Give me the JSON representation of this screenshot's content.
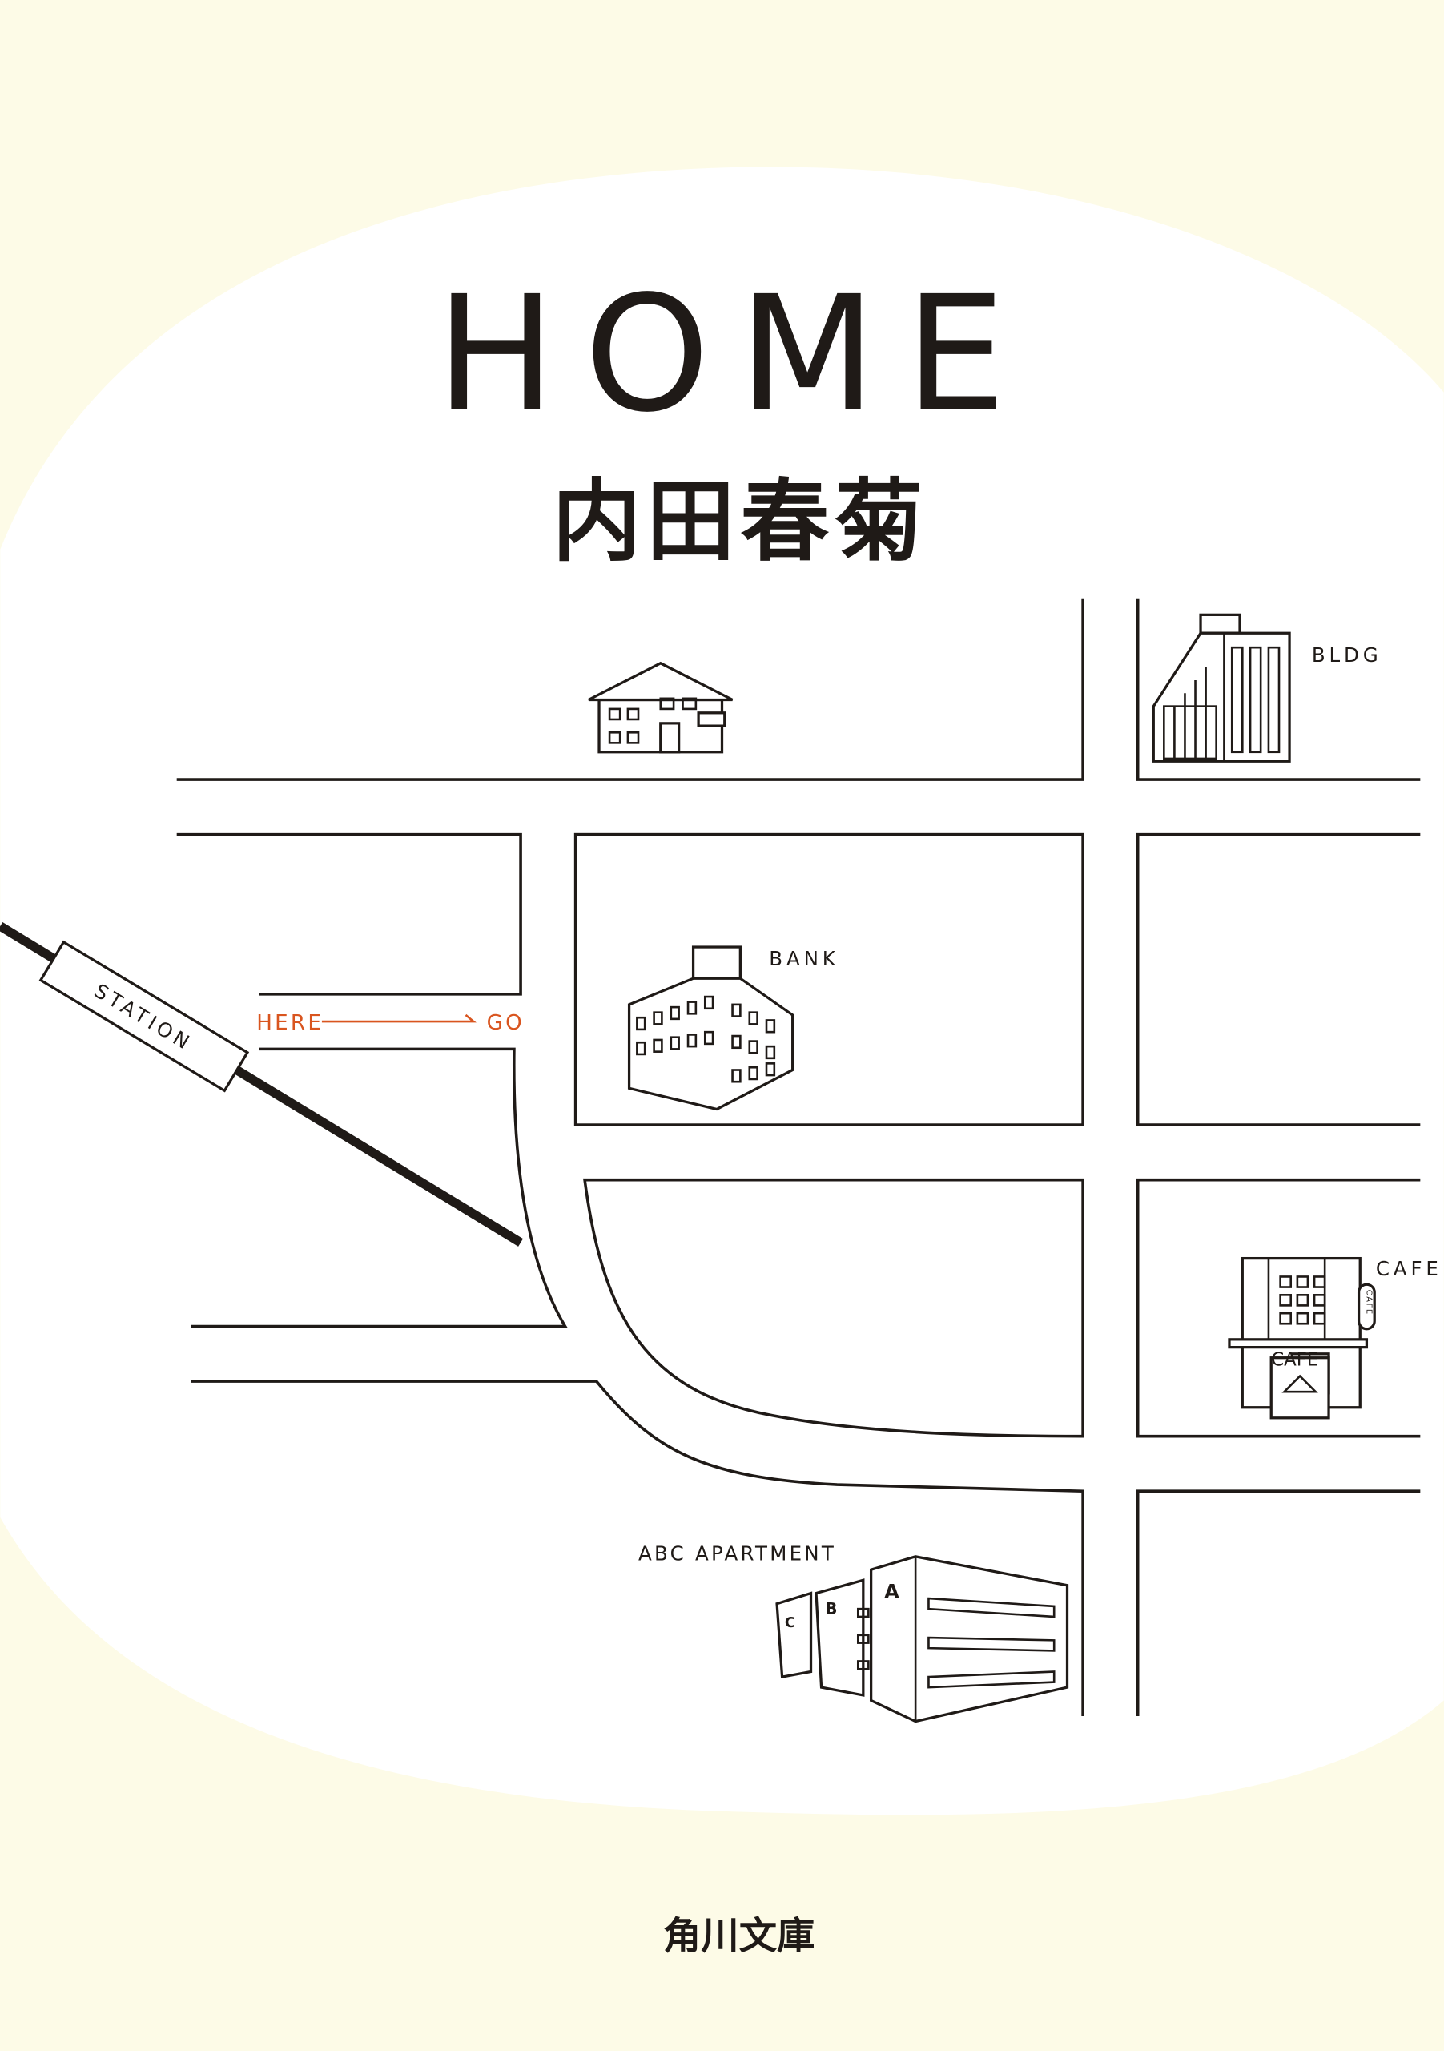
{
  "cover": {
    "title": "HOME",
    "author": "内田春菊",
    "publisher": "角川文庫"
  },
  "map": {
    "labels": {
      "bldg": "BLDG",
      "bank": "BANK",
      "station": "STATION",
      "here": "HERE",
      "go": "GO",
      "cafe": "CAFE",
      "cafe_sign": "CAFE",
      "apartment": "ABC APARTMENT",
      "wing_a": "A",
      "wing_b": "B",
      "wing_c": "C"
    }
  },
  "colors": {
    "background": "#fdfbe7",
    "blob": "#ffffff",
    "ink": "#1f1a17",
    "accent": "#d9551f"
  }
}
